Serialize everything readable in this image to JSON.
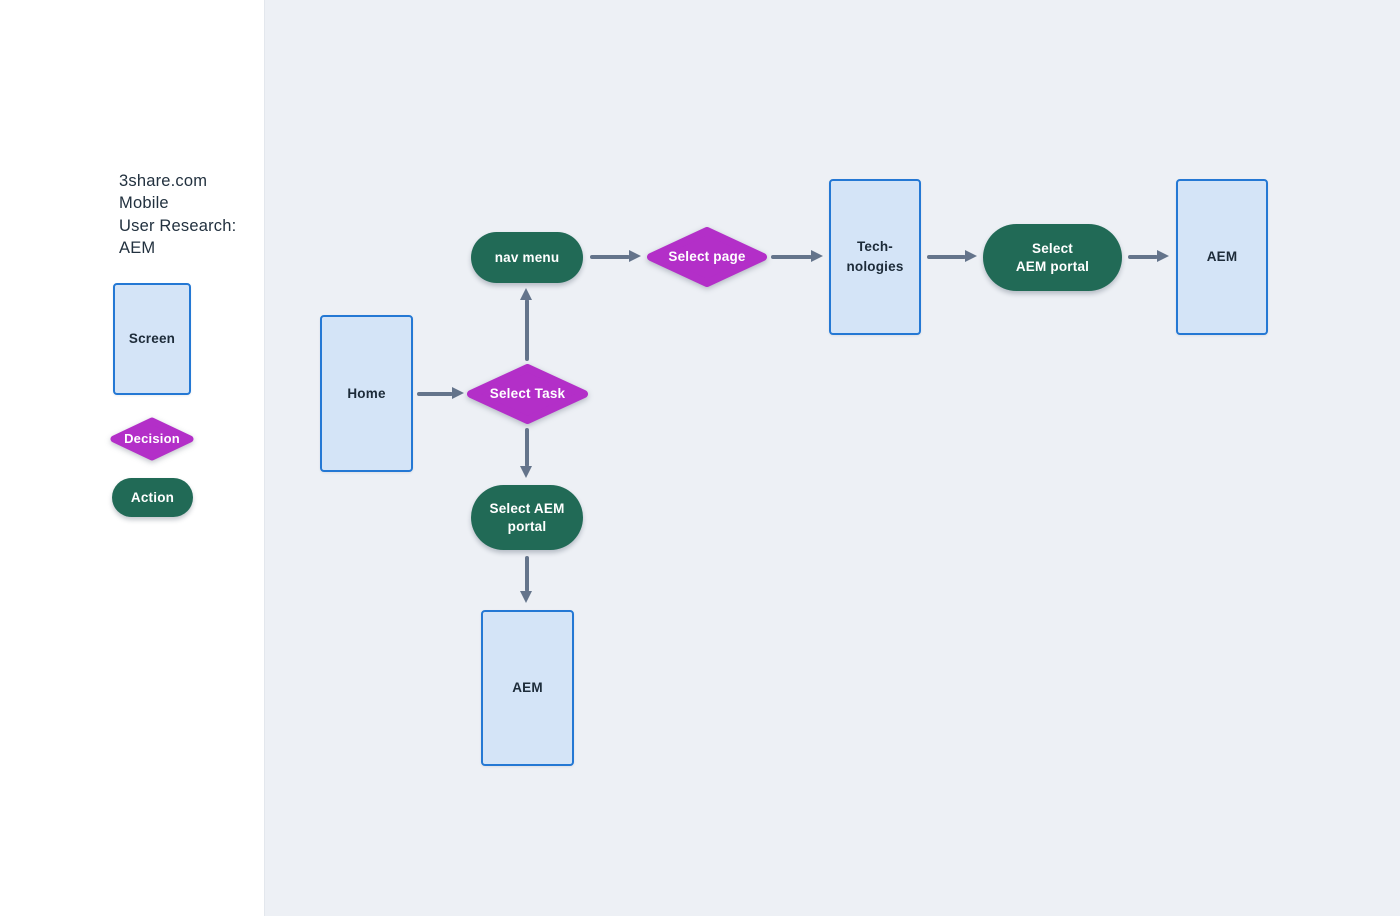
{
  "sidebar": {
    "title": "3share.com\nMobile\nUser Research:\nAEM",
    "legend": [
      {
        "type": "screen",
        "label": "Screen"
      },
      {
        "type": "decision",
        "label": "Decision"
      },
      {
        "type": "action",
        "label": "Action"
      }
    ]
  },
  "flow": {
    "nodes": {
      "home": {
        "type": "screen",
        "label": "Home"
      },
      "nav_menu": {
        "type": "action",
        "label": "nav menu"
      },
      "select_task": {
        "type": "decision",
        "label": "Select Task"
      },
      "select_page": {
        "type": "decision",
        "label": "Select page"
      },
      "technologies": {
        "type": "screen",
        "label": "Tech-\nnologies"
      },
      "select_aem_portal_right": {
        "type": "action",
        "label": "Select\nAEM portal"
      },
      "aem_right": {
        "type": "screen",
        "label": "AEM"
      },
      "select_aem_portal_bottom": {
        "type": "action",
        "label": "Select AEM\nportal"
      },
      "aem_bottom": {
        "type": "screen",
        "label": "AEM"
      }
    },
    "edges": [
      {
        "from": "home",
        "to": "select_task"
      },
      {
        "from": "select_task",
        "to": "nav_menu"
      },
      {
        "from": "nav_menu",
        "to": "select_page"
      },
      {
        "from": "select_page",
        "to": "technologies"
      },
      {
        "from": "technologies",
        "to": "select_aem_portal_right"
      },
      {
        "from": "select_aem_portal_right",
        "to": "aem_right"
      },
      {
        "from": "select_task",
        "to": "select_aem_portal_bottom"
      },
      {
        "from": "select_aem_portal_bottom",
        "to": "aem_bottom"
      }
    ]
  },
  "colors": {
    "canvas_bg": "#edf0f5",
    "sidebar_bg": "#ffffff",
    "screen_fill": "#d4e4f7",
    "screen_border": "#2478d4",
    "decision": "#b32fc8",
    "action": "#216a56",
    "arrow": "#64748b",
    "text_dark": "#22313f",
    "text_light": "#ffffff"
  }
}
